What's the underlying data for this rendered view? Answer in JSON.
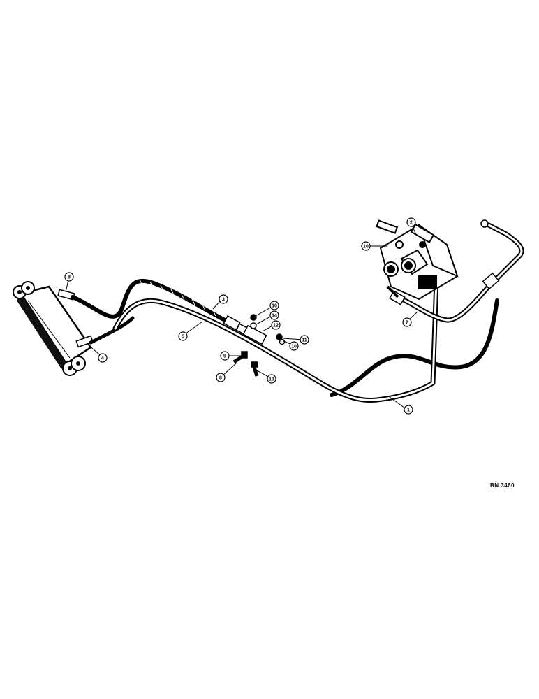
{
  "diagram": {
    "reference_code": "BN 3460",
    "callouts": [
      {
        "id": "c-8-top",
        "label": "8"
      },
      {
        "id": "c-3",
        "label": "3"
      },
      {
        "id": "c-5",
        "label": "5"
      },
      {
        "id": "c-4",
        "label": "4"
      },
      {
        "id": "c-10-a",
        "label": "10"
      },
      {
        "id": "c-14",
        "label": "14"
      },
      {
        "id": "c-12",
        "label": "12"
      },
      {
        "id": "c-11",
        "label": "11"
      },
      {
        "id": "c-10-b",
        "label": "10"
      },
      {
        "id": "c-9",
        "label": "9"
      },
      {
        "id": "c-8-bolt",
        "label": "8"
      },
      {
        "id": "c-13",
        "label": "13"
      },
      {
        "id": "c-1",
        "label": "1"
      },
      {
        "id": "c-7",
        "label": "7"
      },
      {
        "id": "c-2",
        "label": "2"
      },
      {
        "id": "c-10-valve",
        "label": "10"
      }
    ]
  }
}
